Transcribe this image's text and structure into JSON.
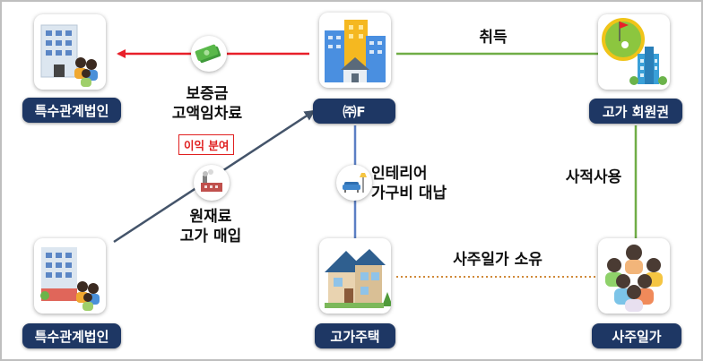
{
  "nodes": {
    "corp_top": "특수관계법인",
    "company_f": "㈜F",
    "membership": "고가 회원권",
    "corp_bottom": "특수관계법인",
    "house": "고가주택",
    "owner_family": "사주일가"
  },
  "edges": {
    "deposit_line1": "보증금",
    "deposit_line2": "고액임차료",
    "profit_sharing": "이익 분여",
    "raw_material_line1": "원재료",
    "raw_material_line2": "고가 매입",
    "acquisition": "취득",
    "private_use": "사적사용",
    "interior_line1": "인테리어",
    "interior_line2": "가구비 대납",
    "family_owned": "사주일가 소유"
  },
  "colors": {
    "red_arrow": "#e8202a",
    "navy_arrow": "#44546a",
    "green_line": "#70ad47",
    "blue_line": "#5b7fc4",
    "dotted_line": "#d08a3a",
    "pill_bg": "#1e3764"
  }
}
